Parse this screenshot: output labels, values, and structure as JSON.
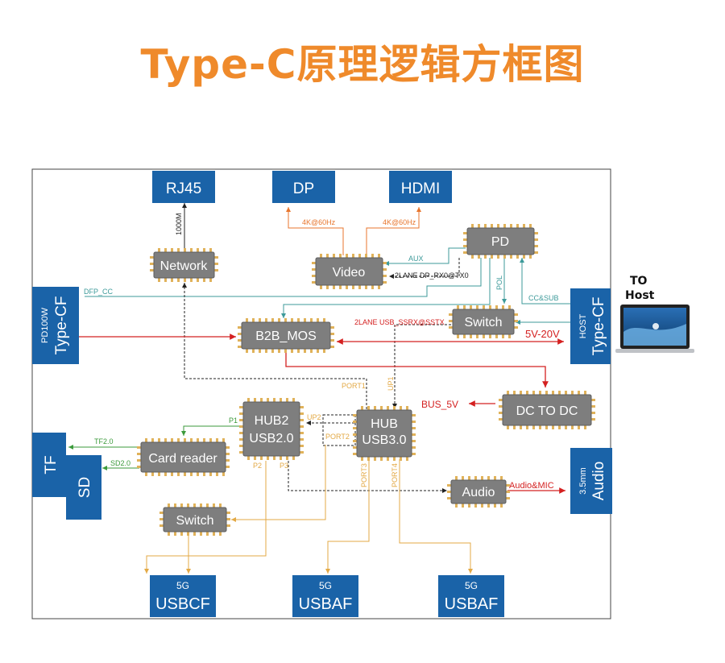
{
  "title": "Type-C原理逻辑方框图",
  "ports": {
    "rj45": "RJ45",
    "dp": "DP",
    "hdmi": "HDMI",
    "typec_left_line1": "PD100W",
    "typec_left_line2": "Type-CF",
    "typec_right_line1": "HOST",
    "typec_right_line2": "Type-CF",
    "tf": "TF",
    "sd": "SD",
    "audio_line1": "3.5mm",
    "audio_line2": "Audio",
    "usbcf_top": "5G",
    "usbcf_bottom": "USBCF",
    "usbaf1_top": "5G",
    "usbaf1_bottom": "USBAF",
    "usbaf2_top": "5G",
    "usbaf2_bottom": "USBAF"
  },
  "chips": {
    "network": "Network",
    "video": "Video",
    "pd": "PD",
    "b2b_mos": "B2B_MOS",
    "switch_top": "Switch",
    "dc_to_dc": "DC TO DC",
    "hub2_line1": "HUB2",
    "hub2_line2": "USB2.0",
    "hub_line1": "HUB",
    "hub_line2": "USB3.0",
    "card_reader": "Card reader",
    "audio": "Audio",
    "switch_bottom": "Switch"
  },
  "labels": {
    "net_1000m": "1000M",
    "dp_4k": "4K@60Hz",
    "hdmi_4k": "4K@60Hz",
    "aux": "AUX",
    "lane_dp": "2LANE DP_RX0@TX0",
    "dfp_cc": "DFP_CC",
    "pol": "POL",
    "cc_sub": "CC&SUB",
    "lane_usb": "2LANE USB_SSRX@SSTX",
    "v5_20": "5V-20V",
    "port1": "PORT1",
    "up1": "UP1",
    "bus_5v": "BUS_5V",
    "up2": "UP2",
    "port2": "PORT2",
    "p1": "P1",
    "p2": "P2",
    "p3": "P3",
    "port3": "PORT3",
    "port4": "PORT4",
    "tf20": "TF2.0",
    "sd20": "SD2.0",
    "audio_mic": "Audio&MIC"
  },
  "host": {
    "to": "TO",
    "host": "Host"
  },
  "colors": {
    "title": "#ef8a2b",
    "port_blue": "#1a63a8",
    "chip_gray": "#7e7e7e",
    "red": "#d42020",
    "orange": "#e8762d",
    "teal": "#3d9a9a",
    "gold": "#e3a945",
    "green": "#3b9a3b"
  }
}
